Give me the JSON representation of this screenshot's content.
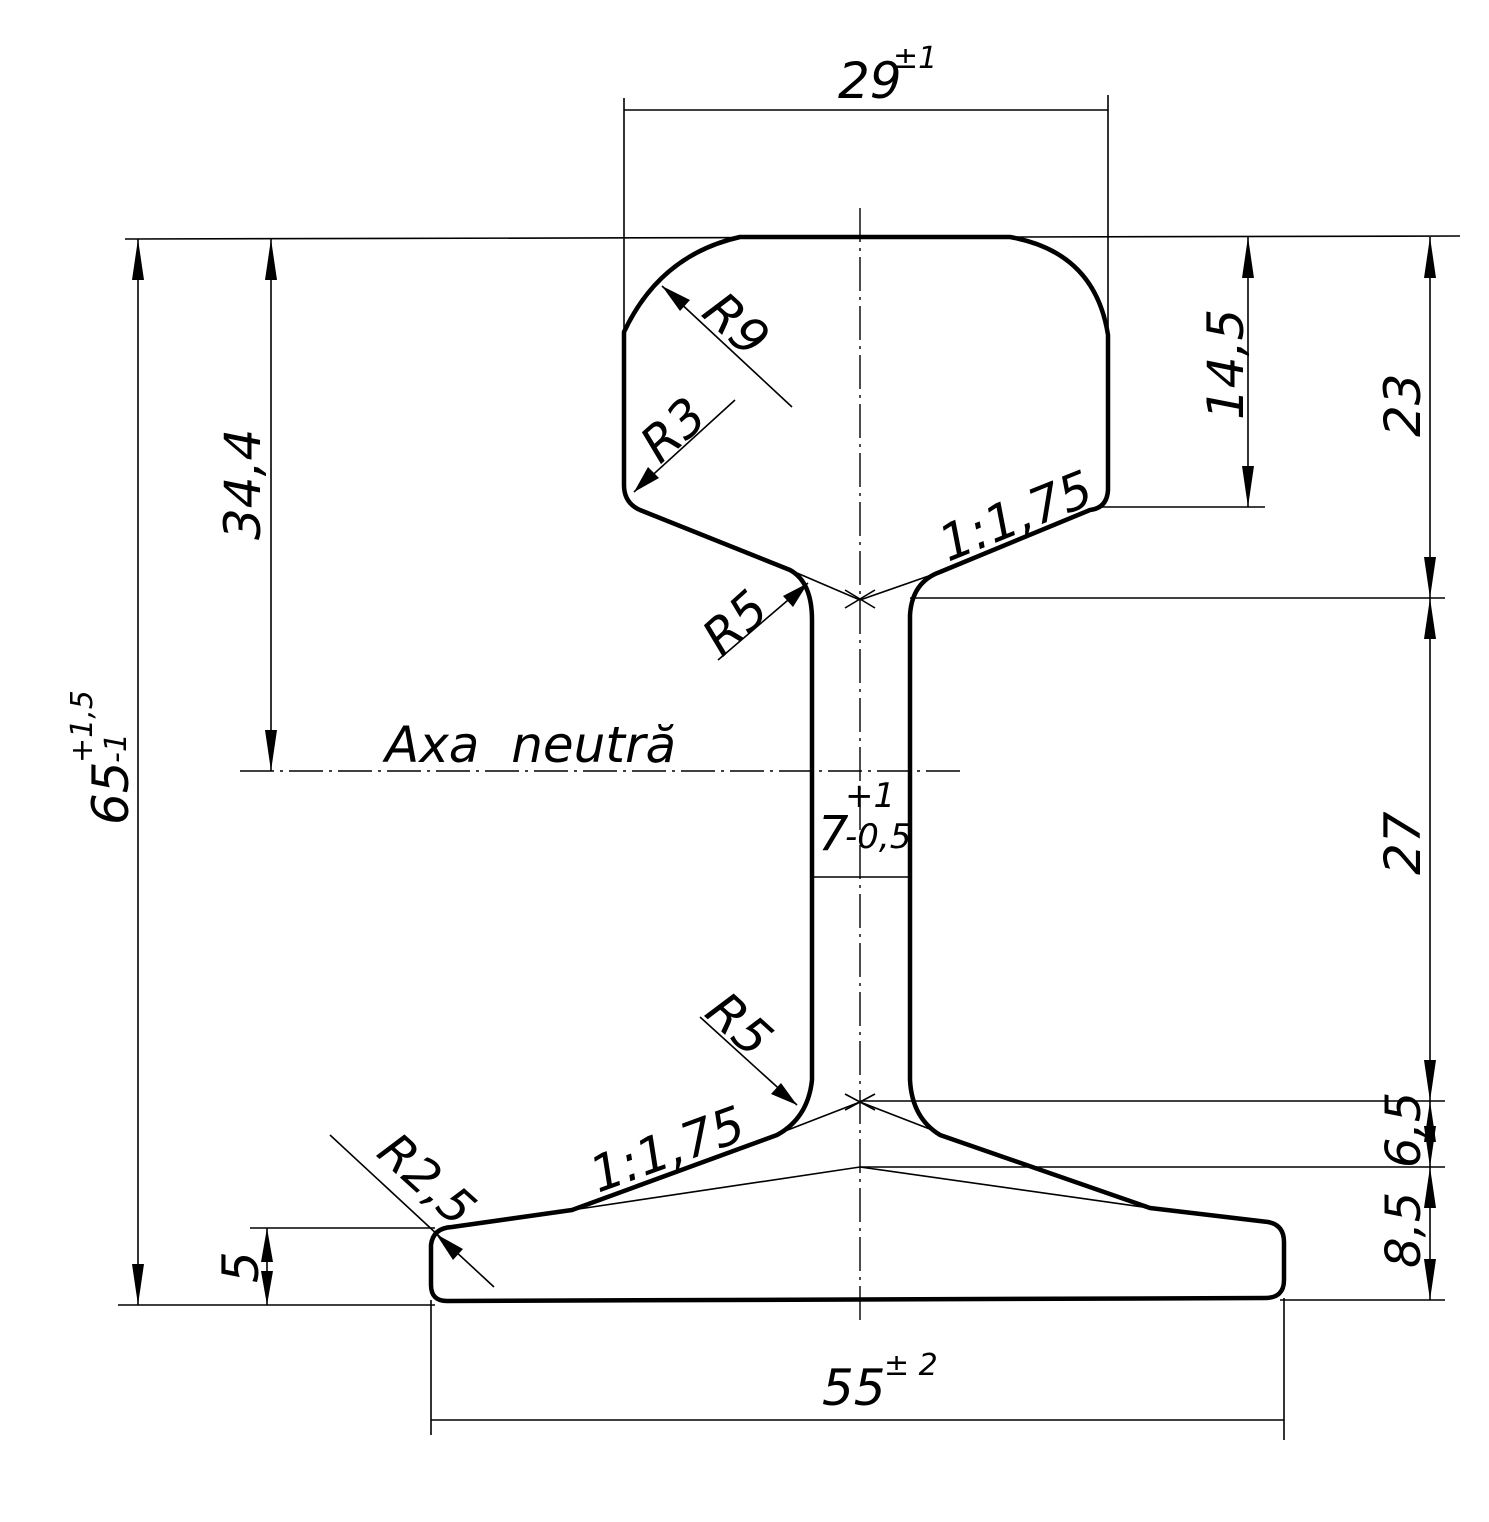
{
  "profile": {
    "head_width": "29",
    "head_width_tol": "±1",
    "total_height": "65",
    "total_height_tol_upper": "+1,5",
    "total_height_tol_lower": "-1",
    "neutral_axis_distance": "34,4",
    "head_flank_height": "14,5",
    "head_height": "23",
    "web_height": "27",
    "foot_flank_height": "6,5",
    "foot_slope_height": "8,5",
    "foot_edge_height": "5",
    "foot_width": "55",
    "foot_width_tol": "± 2",
    "web_thickness": "7",
    "web_thickness_tol_upper": "+1",
    "web_thickness_tol_lower": "-0,5",
    "radius_head_top": "R9",
    "radius_head_bottom": "R3",
    "radius_web_top": "R5",
    "radius_web_bottom": "R5",
    "radius_foot_edge": "R2,5",
    "slope_head": "1:1,75",
    "slope_foot": "1:1,75",
    "neutral_axis_label": "Axa  neutră"
  }
}
